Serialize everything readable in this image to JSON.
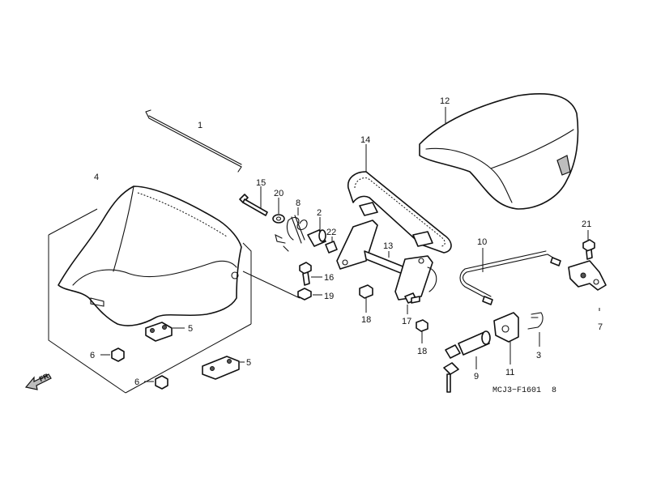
{
  "callouts": {
    "c1": "1",
    "c2": "2",
    "c3": "3",
    "c4": "4",
    "c5a": "5",
    "c5b": "5",
    "c6a": "6",
    "c6b": "6",
    "c7": "7",
    "c8": "8",
    "c9": "9",
    "c10": "10",
    "c11": "11",
    "c12": "12",
    "c13": "13",
    "c14": "14",
    "c15": "15",
    "c16": "16",
    "c17": "17",
    "c18a": "18",
    "c18b": "18",
    "c19": "19",
    "c20": "20",
    "c21": "21",
    "c22": "22"
  },
  "direction_label": "FR.",
  "diagram_code": "MCJ3−F1601",
  "diagram_code_suffix": "8"
}
